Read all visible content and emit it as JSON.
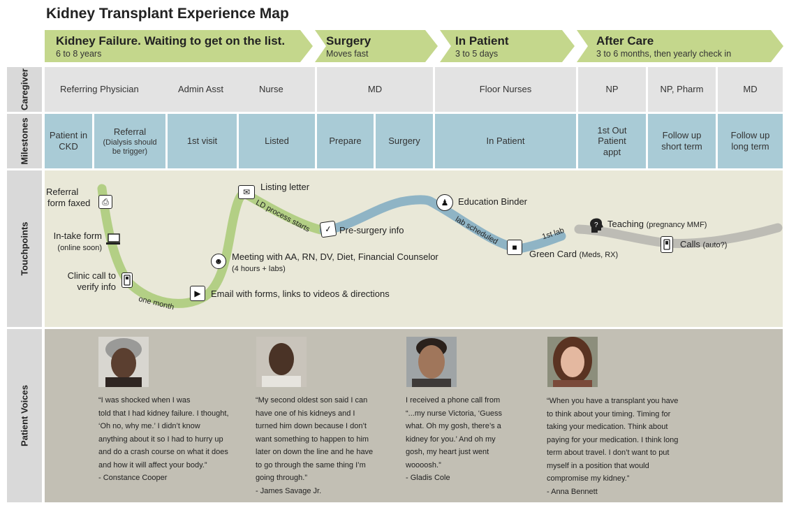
{
  "title": "Kidney Transplant Experience Map",
  "phases": [
    {
      "name": "Kidney Failure. Waiting to get on the list.",
      "duration": "6 to 8 years"
    },
    {
      "name": "Surgery",
      "duration": "Moves fast"
    },
    {
      "name": "In Patient",
      "duration": "3 to 5 days"
    },
    {
      "name": "After Care",
      "duration": "3 to 6 months, then yearly check in"
    }
  ],
  "row_labels": {
    "caregiver": "Caregiver",
    "milestones": "Milestones",
    "touchpoints": "Touchpoints",
    "patient_voices": "Patient Voices"
  },
  "caregivers": [
    "Referring Physician",
    "Admin Asst",
    "Nurse",
    "MD",
    "Floor Nurses",
    "NP",
    "NP, Pharm",
    "MD"
  ],
  "milestones": [
    {
      "line1": "Patient in",
      "line2": "CKD"
    },
    {
      "line1": "Referral",
      "note": "(Dialysis should be trigger)"
    },
    {
      "line1": "1st visit"
    },
    {
      "line1": "Listed"
    },
    {
      "line1": "Prepare"
    },
    {
      "line1": "Surgery"
    },
    {
      "line1": "In Patient"
    },
    {
      "line1": "1st Out",
      "line2": "Patient",
      "line3": "appt"
    },
    {
      "line1": "Follow up",
      "line2": "short term"
    },
    {
      "line1": "Follow up",
      "line2": "long term"
    }
  ],
  "touchpoints": {
    "referral": {
      "line1": "Referral",
      "line2": "form faxed"
    },
    "intake": {
      "line1": "In-take form",
      "note": "(online soon)"
    },
    "clinic_call": {
      "line1": "Clinic call to",
      "line2": "verify info"
    },
    "one_month": "one month",
    "email": "Email with forms, links to videos & directions",
    "meeting": {
      "line1": "Meeting with AA, RN, DV, Diet, Financial Counselor",
      "note": "(4 hours + labs)"
    },
    "listing_letter": "Listing letter",
    "ld_process": "LD process starts",
    "presurgery": "Pre-surgery info",
    "education_binder": "Education Binder",
    "lab_scheduled": "lab scheduled",
    "first_lab": "1st lab",
    "green_card": {
      "main": "Green Card",
      "note": "(Meds, RX)"
    },
    "teaching": {
      "main": "Teaching",
      "note": "(pregnancy MMF)"
    },
    "calls": {
      "main": "Calls",
      "note": "(auto?)"
    }
  },
  "voices": [
    {
      "lines": [
        "“I was shocked when I was",
        "told that I had kidney failure. I thought,",
        "‘Oh no, why me.’ I didn’t know",
        "anything about it so I had to hurry up",
        "and do a crash course on what it does",
        "and how it will affect your body.”"
      ],
      "author": "- Constance Cooper"
    },
    {
      "lines": [
        "“My second oldest son said I can",
        "have one of his kidneys and I",
        "turned him down because I don’t",
        "want something to happen to him",
        "later on down the line and he have",
        "to go through the same thing I’m",
        "going through.”"
      ],
      "author": "- James Savage Jr."
    },
    {
      "lines": [
        "I received a phone call from",
        "“...my nurse Victoria, ‘Guess",
        "what. Oh my gosh, there’s a",
        "kidney for you.’ And oh my",
        "gosh, my heart just went",
        "woooosh.”"
      ],
      "author": "- Gladis Cole"
    },
    {
      "lines": [
        "“When you have a transplant you have",
        "to think about your timing. Timing for",
        "taking your medication. Think about",
        "paying for your medication. I think long",
        "term about travel. I don’t want to put",
        "myself in a position that would",
        "compromise my kidney.”"
      ],
      "author": "- Anna Bennett"
    }
  ],
  "colors": {
    "phase_green": "#c4d78c",
    "milestone_blue": "#a9cbd6",
    "path_green": "#b3cf85",
    "path_blue": "#8fb4c5",
    "path_gray": "#bdbcb5",
    "touchpoint_bg": "#e9e8d8",
    "voices_bg": "#c2bfb4"
  },
  "icons": [
    "fax-icon",
    "laptop-icon",
    "phone-icon",
    "video-icon",
    "group-icon",
    "envelope-icon",
    "clipboard-icon",
    "reader-icon",
    "card-icon",
    "question-head-icon",
    "cellphone-icon"
  ]
}
